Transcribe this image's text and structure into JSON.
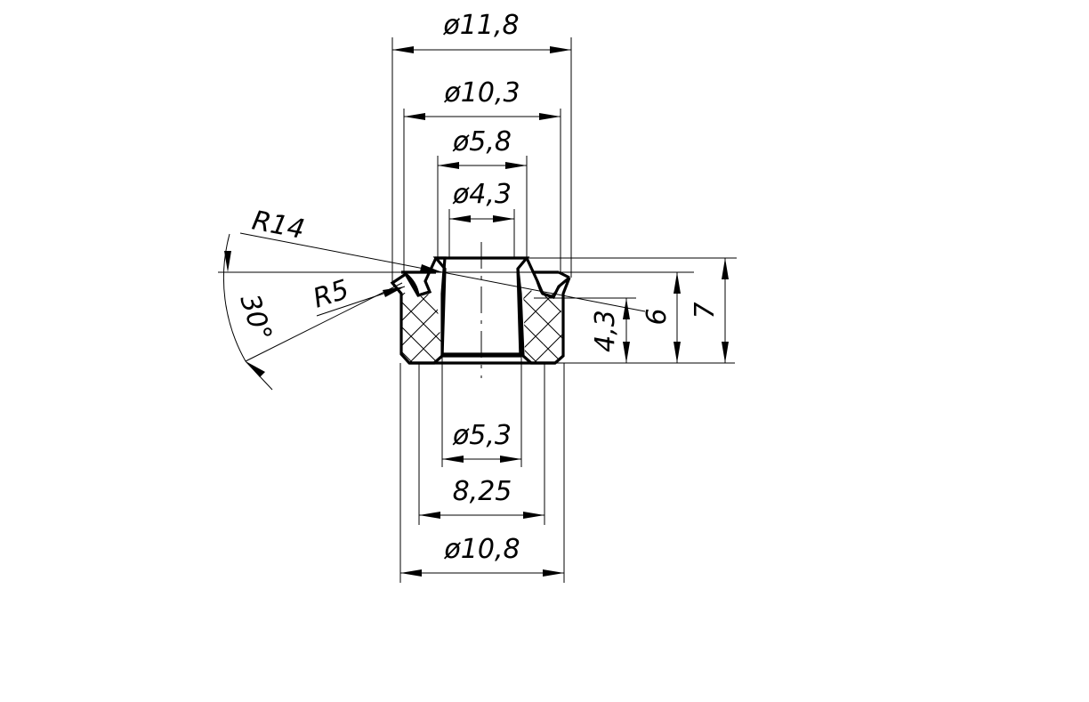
{
  "dimensions": {
    "d_11_8": "ø11,8",
    "d_10_3": "ø10,3",
    "d_5_8": "ø5,8",
    "d_4_3": "ø4,3",
    "d_5_3": "ø5,3",
    "w_8_25": "8,25",
    "d_10_8": "ø10,8",
    "r14": "R14",
    "r5": "R5",
    "angle_30": "30°",
    "h_4_3": "4,3",
    "h_6": "6",
    "h_7": "7"
  }
}
